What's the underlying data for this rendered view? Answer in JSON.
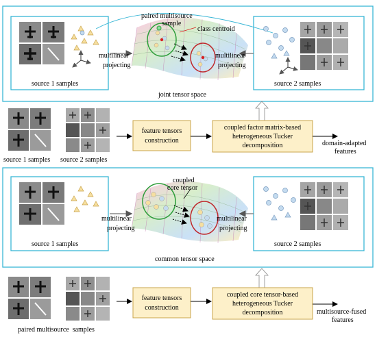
{
  "top": {
    "paired_label_1": "paired multisource",
    "paired_label_2": "sample",
    "class_centroid": "class centroid",
    "multilinear_1": "multilinear",
    "projecting": "projecting",
    "source1_samples": "source 1 samples",
    "source2_samples": "source 2 samples",
    "joint_space": "joint tensor space"
  },
  "flow1": {
    "src1": "source 1 samples",
    "src2": "source 2 samples",
    "feature_box_1": "feature tensors",
    "feature_box_2": "construction",
    "coupled_box_1": "coupled factor matrix-based",
    "coupled_box_2": "heterogeneous Tucker",
    "coupled_box_3": "decomposition",
    "output_1": "domain-adapted",
    "output_2": "features"
  },
  "bottom": {
    "coupled_1": "coupled",
    "coupled_2": "core tensor",
    "multilinear": "multilinear",
    "projecting": "projecting",
    "source1_samples": "source 1 samples",
    "source2_samples": "source 2 samples",
    "common_space": "common tensor space"
  },
  "flow2": {
    "paired": "paired multisource  samples",
    "feature_box_1": "feature tensors",
    "feature_box_2": "construction",
    "coupled_box_1": "coupled core tensor-based",
    "coupled_box_2": "heterogeneous Tucker",
    "coupled_box_3": "decomposition",
    "output_1": "multisource-fused",
    "output_2": "features"
  },
  "colors": {
    "frame": "#38b6d6",
    "box_fill": "#fdf0c9",
    "box_stroke": "#c9a44b",
    "triangle": "#f6dfa0",
    "circle": "#c4dbef",
    "ellipse_green": "#2e9e3a",
    "ellipse_red": "#c0282c"
  }
}
